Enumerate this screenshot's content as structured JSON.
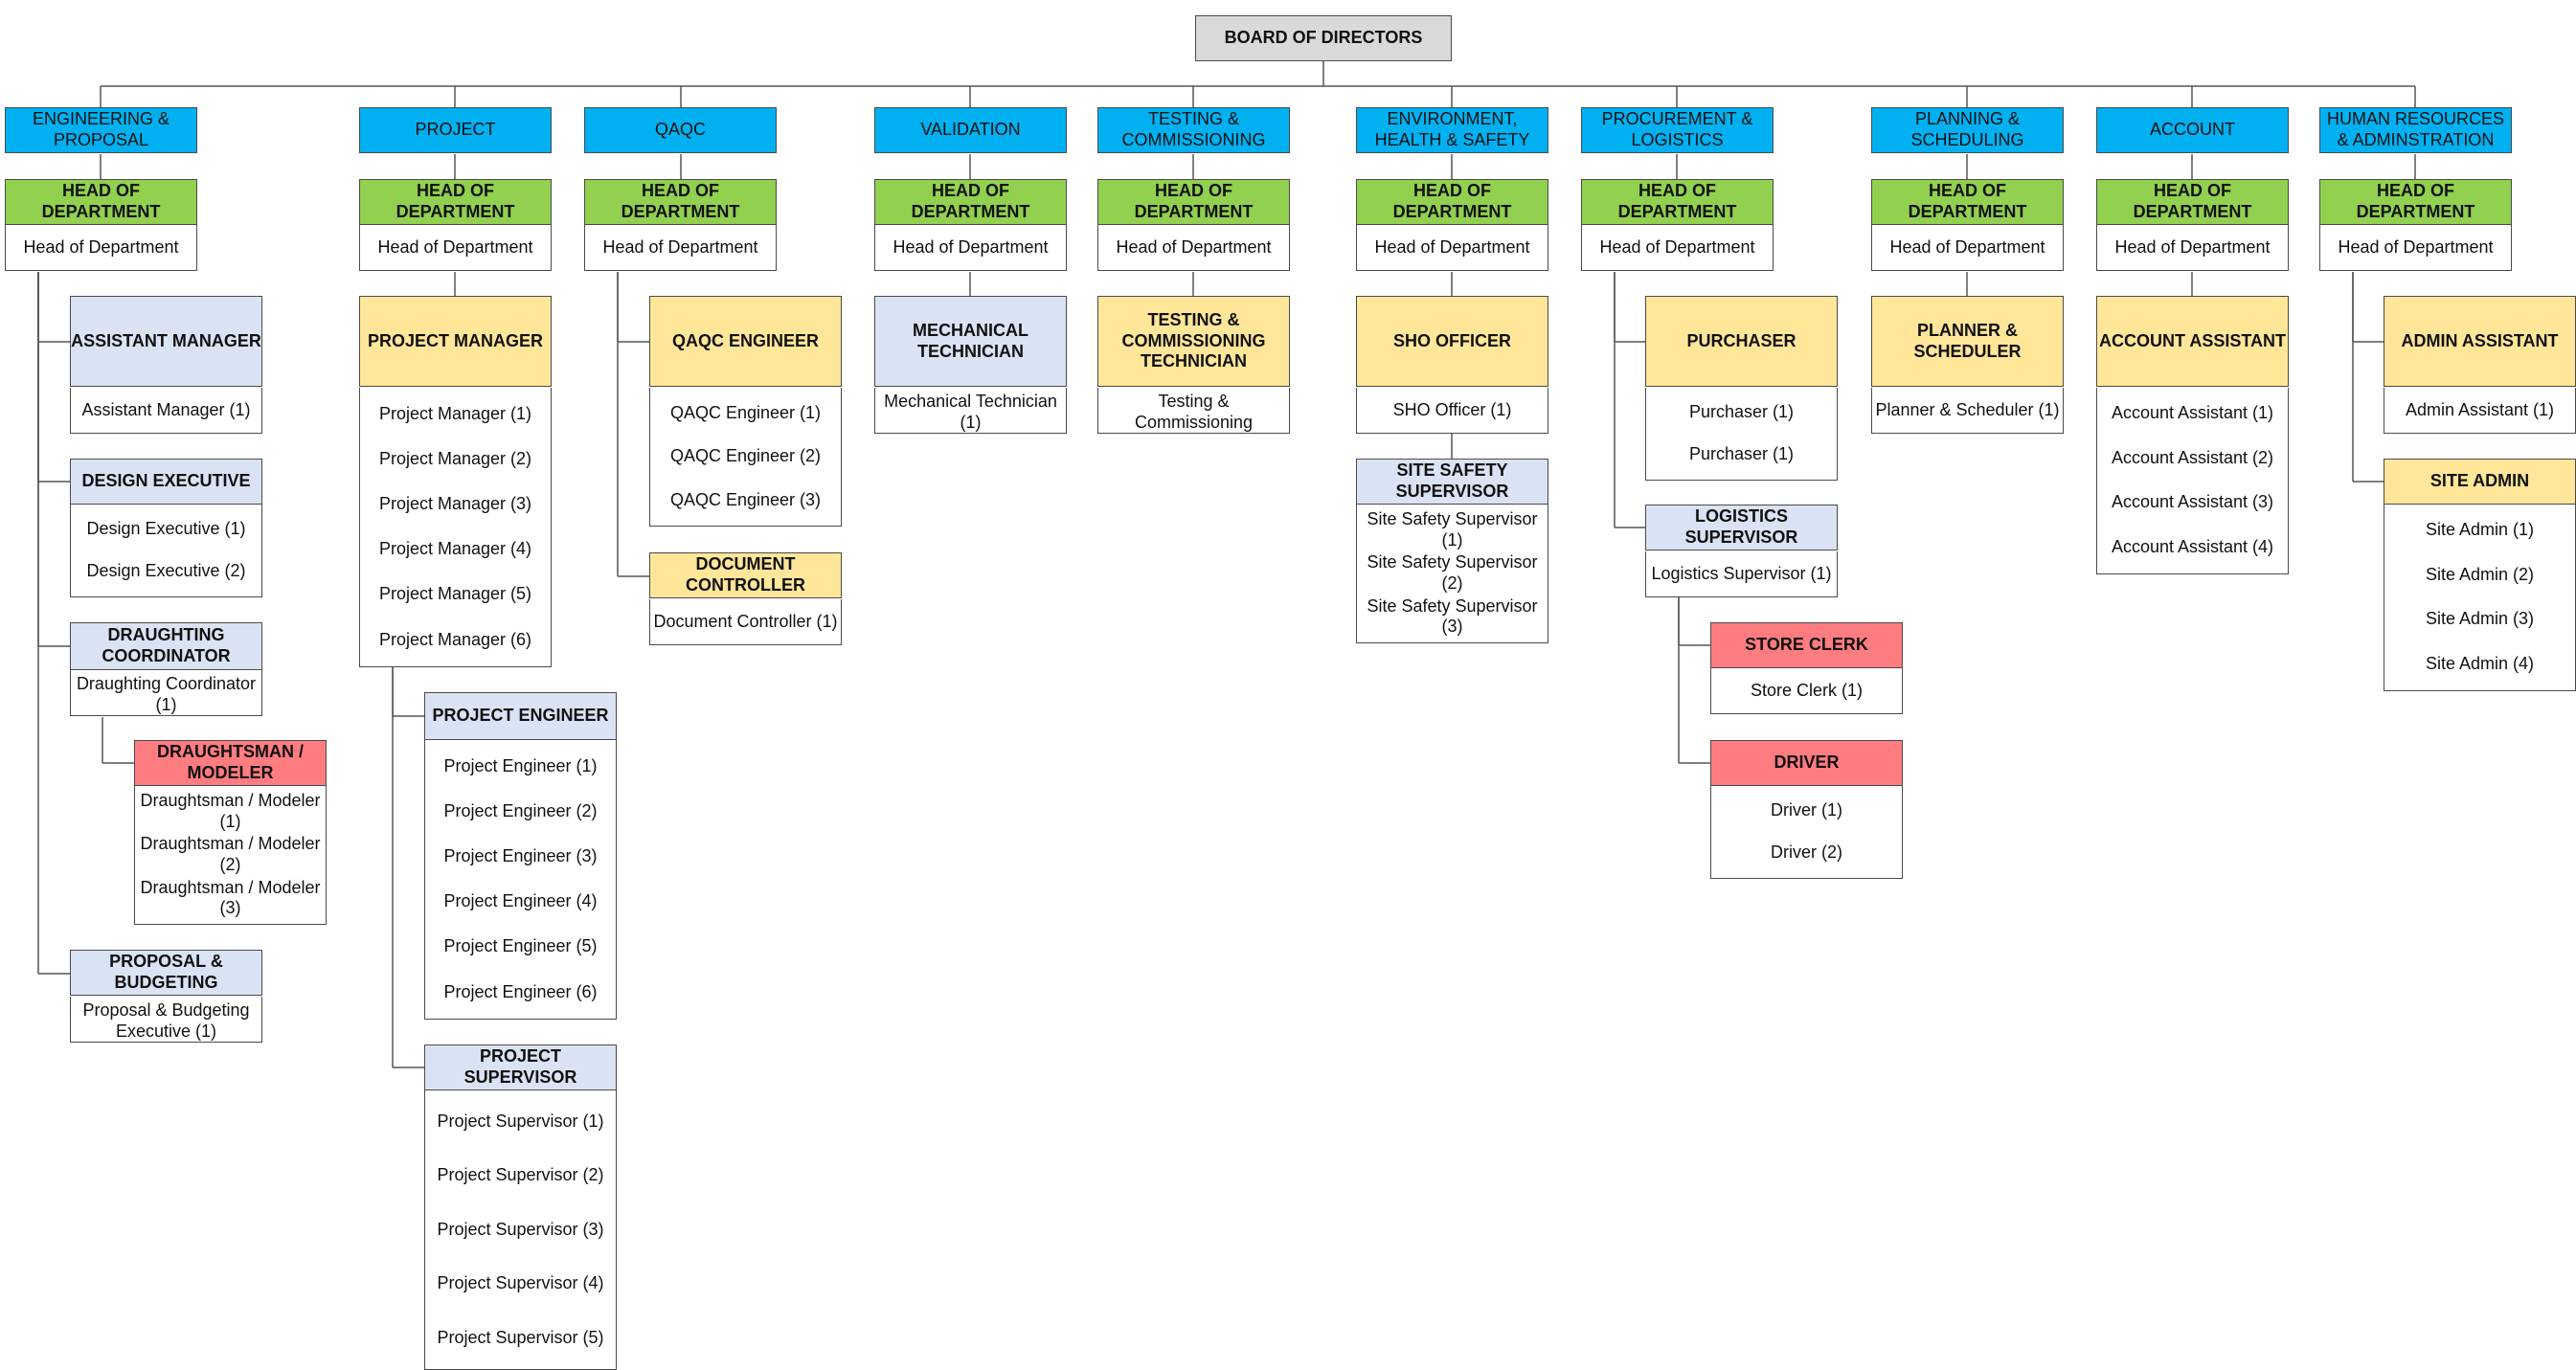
{
  "root": {
    "label": "BOARD OF DIRECTORS"
  },
  "departments": [
    {
      "name": "ENGINEERING & PROPOSAL",
      "hod_header": "HEAD OF DEPARTMENT",
      "hod_label": "Head of Department",
      "roles": [
        {
          "title": "ASSISTANT MANAGER",
          "color": "blue",
          "members": [
            "Assistant Manager (1)"
          ]
        },
        {
          "title": "DESIGN EXECUTIVE",
          "color": "blue",
          "members": [
            "Design Executive (1)",
            "Design Executive (2)"
          ]
        },
        {
          "title": "DRAUGHTING COORDINATOR",
          "color": "blue",
          "members": [
            "Draughting Coordinator (1)"
          ]
        },
        {
          "title": "DRAUGHTSMAN / MODELER",
          "color": "red",
          "members": [
            "Draughtsman / Modeler (1)",
            "Draughtsman / Modeler (2)",
            "Draughtsman / Modeler (3)"
          ]
        },
        {
          "title": "PROPOSAL & BUDGETING",
          "color": "blue",
          "members": [
            "Proposal & Budgeting Executive (1)"
          ]
        }
      ]
    },
    {
      "name": "PROJECT",
      "hod_header": "HEAD OF DEPARTMENT",
      "hod_label": "Head of Department",
      "roles": [
        {
          "title": "PROJECT MANAGER",
          "color": "yellow",
          "members": [
            "Project Manager (1)",
            "Project Manager (2)",
            "Project Manager (3)",
            "Project Manager (4)",
            "Project Manager (5)",
            "Project Manager (6)"
          ]
        },
        {
          "title": "PROJECT ENGINEER",
          "color": "blue",
          "members": [
            "Project Engineer (1)",
            "Project Engineer (2)",
            "Project Engineer (3)",
            "Project Engineer (4)",
            "Project Engineer (5)",
            "Project Engineer (6)"
          ]
        },
        {
          "title": "PROJECT SUPERVISOR",
          "color": "blue",
          "members": [
            "Project Supervisor (1)",
            "Project Supervisor (2)",
            "Project Supervisor (3)",
            "Project Supervisor (4)",
            "Project Supervisor (5)"
          ]
        }
      ]
    },
    {
      "name": "QAQC",
      "hod_header": "HEAD OF DEPARTMENT",
      "hod_label": "Head of Department",
      "roles": [
        {
          "title": "QAQC ENGINEER",
          "color": "yellow",
          "members": [
            "QAQC Engineer (1)",
            "QAQC Engineer (2)",
            "QAQC Engineer (3)"
          ]
        },
        {
          "title": "DOCUMENT CONTROLLER",
          "color": "yellow",
          "members": [
            "Document Controller (1)"
          ]
        }
      ]
    },
    {
      "name": "VALIDATION",
      "hod_header": "HEAD OF DEPARTMENT",
      "hod_label": "Head of Department",
      "roles": [
        {
          "title": "MECHANICAL TECHNICIAN",
          "color": "blue",
          "members": [
            "Mechanical Technician (1)"
          ]
        }
      ]
    },
    {
      "name": "TESTING & COMMISSIONING",
      "hod_header": "HEAD OF DEPARTMENT",
      "hod_label": "Head of Department",
      "roles": [
        {
          "title": "TESTING & COMMISSIONING TECHNICIAN",
          "color": "yellow",
          "members": [
            "Testing & Commissioning"
          ]
        }
      ]
    },
    {
      "name": "ENVIRONMENT, HEALTH & SAFETY",
      "hod_header": "HEAD OF DEPARTMENT",
      "hod_label": "Head of Department",
      "roles": [
        {
          "title": "SHO OFFICER",
          "color": "yellow",
          "members": [
            "SHO Officer (1)"
          ]
        },
        {
          "title": "SITE SAFETY SUPERVISOR",
          "color": "blue",
          "members": [
            "Site Safety Supervisor (1)",
            "Site Safety Supervisor (2)",
            "Site Safety Supervisor (3)"
          ]
        }
      ]
    },
    {
      "name": "PROCUREMENT & LOGISTICS",
      "hod_header": "HEAD OF DEPARTMENT",
      "hod_label": "Head of Department",
      "roles": [
        {
          "title": "PURCHASER",
          "color": "yellow",
          "members": [
            "Purchaser (1)",
            "Purchaser (1)"
          ]
        },
        {
          "title": "LOGISTICS SUPERVISOR",
          "color": "blue",
          "members": [
            "Logistics Supervisor (1)"
          ]
        },
        {
          "title": "STORE CLERK",
          "color": "red",
          "members": [
            "Store Clerk (1)"
          ]
        },
        {
          "title": "DRIVER",
          "color": "red",
          "members": [
            "Driver (1)",
            "Driver (2)"
          ]
        }
      ]
    },
    {
      "name": "PLANNING & SCHEDULING",
      "hod_header": "HEAD OF DEPARTMENT",
      "hod_label": "Head of Department",
      "roles": [
        {
          "title": "PLANNER & SCHEDULER",
          "color": "yellow",
          "members": [
            "Planner & Scheduler (1)"
          ]
        }
      ]
    },
    {
      "name": "ACCOUNT",
      "hod_header": "HEAD OF DEPARTMENT",
      "hod_label": "Head of Department",
      "roles": [
        {
          "title": "ACCOUNT ASSISTANT",
          "color": "yellow",
          "members": [
            "Account Assistant (1)",
            "Account Assistant (2)",
            "Account Assistant (3)",
            "Account Assistant (4)"
          ]
        }
      ]
    },
    {
      "name": "HUMAN RESOURCES & ADMINSTRATION",
      "hod_header": "HEAD OF DEPARTMENT",
      "hod_label": "Head of Department",
      "roles": [
        {
          "title": "ADMIN ASSISTANT",
          "color": "yellow",
          "members": [
            "Admin Assistant (1)"
          ]
        },
        {
          "title": "SITE ADMIN",
          "color": "yellow",
          "members": [
            "Site Admin (1)",
            "Site Admin (2)",
            "Site Admin (3)",
            "Site Admin (4)"
          ]
        }
      ]
    }
  ]
}
